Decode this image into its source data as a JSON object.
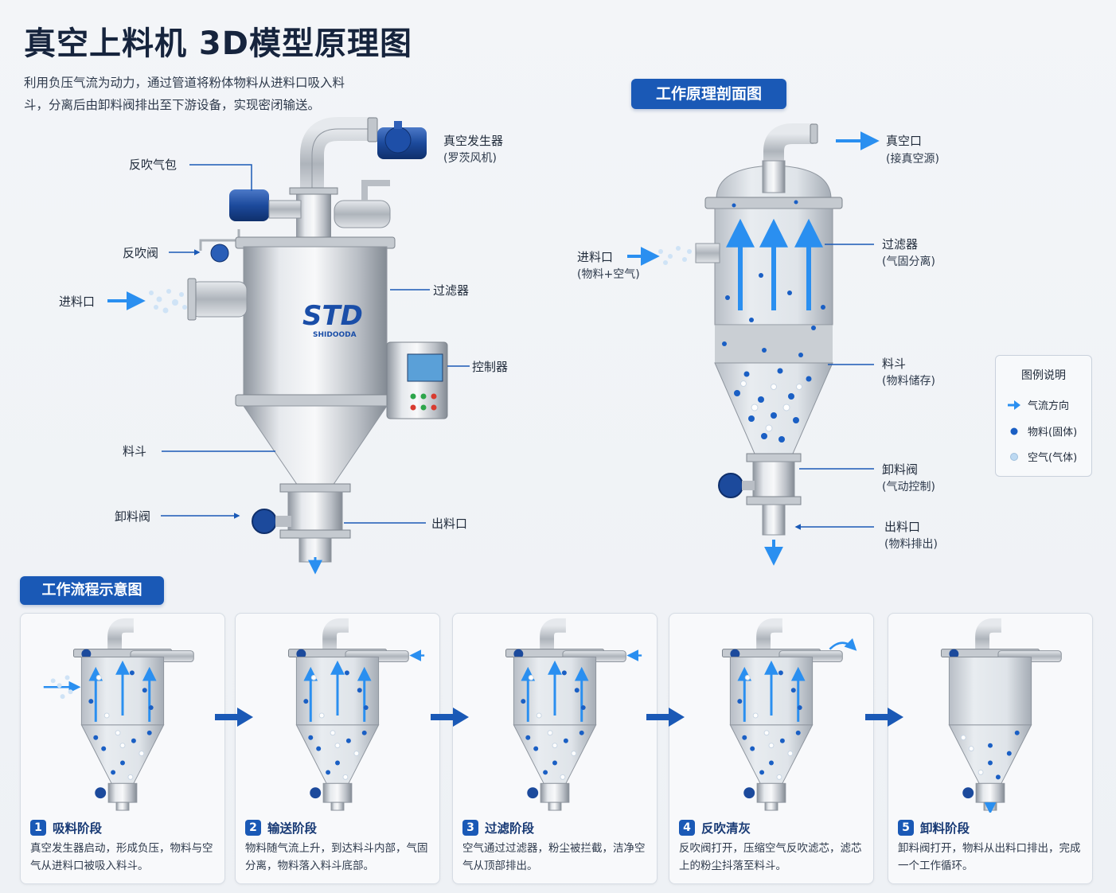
{
  "title": "真空上料机 3D模型原理图",
  "intro": "利用负压气流为动力，通过管道将粉体物料从进料口吸入料斗，分离后由卸料阀排出至下游设备，实现密闭输送。",
  "model3d": {
    "brand": "STD",
    "brand_sub": "SHIDOODA",
    "labels": {
      "vacuum_generator": "真空发生器",
      "vacuum_generator_sub": "(罗茨风机)",
      "blowback_tank": "反吹气包",
      "blowback_valve": "反吹阀",
      "inlet": "进料口",
      "filter": "过滤器",
      "controller": "控制器",
      "hopper": "料斗",
      "discharge_valve": "卸料阀",
      "outlet": "出料口"
    }
  },
  "section": {
    "heading": "工作原理剖面图",
    "labels": {
      "vacuum_port": "真空口",
      "vacuum_port_sub": "(接真空源)",
      "filter": "过滤器",
      "filter_sub": "(气固分离)",
      "inlet": "进料口",
      "inlet_sub": "(物料+空气)",
      "hopper": "料斗",
      "hopper_sub": "(物料储存)",
      "discharge_valve": "卸料阀",
      "discharge_valve_sub": "(气动控制)",
      "outlet": "出料口",
      "outlet_sub": "(物料排出)"
    }
  },
  "legend": {
    "title": "图例说明",
    "items": [
      {
        "label": "气流方向",
        "symbol": "arrow-icon",
        "color": "#2a8ff0"
      },
      {
        "label": "物料(固体)",
        "symbol": "solid-dot-icon",
        "color": "#1a5fc4"
      },
      {
        "label": "空气(气体)",
        "symbol": "air-dot-icon",
        "color": "#bcd9f2"
      }
    ]
  },
  "flow": {
    "heading": "工作流程示意图",
    "steps": [
      {
        "num": "1",
        "title": "吸料阶段",
        "desc": "真空发生器启动，形成负压，物料与空气从进料口被吸入料斗。"
      },
      {
        "num": "2",
        "title": "输送阶段",
        "desc": "物料随气流上升，到达料斗内部，气固分离，物料落入料斗底部。"
      },
      {
        "num": "3",
        "title": "过滤阶段",
        "desc": "空气通过过滤器，粉尘被拦截，洁净空气从顶部排出。"
      },
      {
        "num": "4",
        "title": "反吹清灰",
        "desc": "反吹阀打开，压缩空气反吹滤芯，滤芯上的粉尘抖落至料斗。"
      },
      {
        "num": "5",
        "title": "卸料阶段",
        "desc": "卸料阀打开，物料从出料口排出，完成一个工作循环。"
      }
    ]
  },
  "colors": {
    "accent": "#1a59b6",
    "steel": "#c9ced5",
    "flow_arrow": "#2a8ff0",
    "material": "#1a5fc4"
  }
}
